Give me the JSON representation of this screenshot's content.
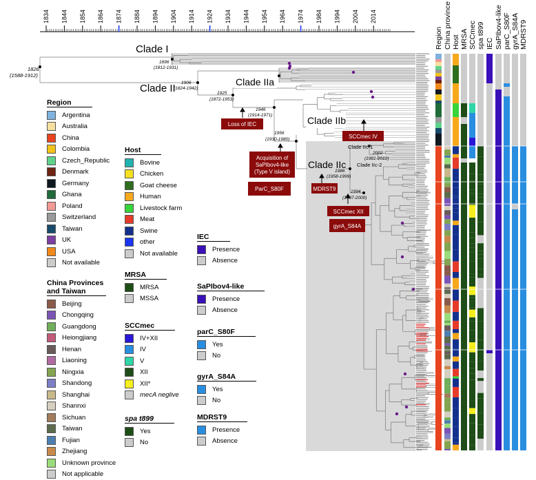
{
  "axis": {
    "years": [
      "1834",
      "1844",
      "1854",
      "1864",
      "1874",
      "1884",
      "1894",
      "1904",
      "1914",
      "1924",
      "1934",
      "1944",
      "1954",
      "1964",
      "1974",
      "1984",
      "1994",
      "2004",
      "2014"
    ],
    "highlighted": [
      "1874",
      "1924",
      "1974"
    ]
  },
  "clades": {
    "clade_I": "Clade I",
    "clade_II": "Clade II",
    "clade_IIa": "Clade IIa",
    "clade_IIb": "Clade IIb",
    "clade_IIc": "Clade IIc",
    "clade_IIc1": "Clade IIc-1",
    "clade_IIc2": "Clade IIc-2"
  },
  "node_dates": {
    "root": {
      "year": "1826",
      "range": "(1588-1912)"
    },
    "n1896": {
      "year": "1896",
      "range": "(1812-1931)"
    },
    "n1906": {
      "year": "1906",
      "range": "(1824-1942)"
    },
    "n1925": {
      "year": "1925",
      "range": "(1872-1953)"
    },
    "n1946": {
      "year": "1946",
      "range": "(1914-1971)"
    },
    "n1956": {
      "year": "1956",
      "range": "(1930-1980)"
    },
    "n1986": {
      "year": "1986",
      "range": "(1958-1999)"
    },
    "n1994": {
      "year": "1994",
      "range": "(1987-2000)"
    },
    "n2002": {
      "year": "2002",
      "range": "(1981-2012)"
    }
  },
  "events": {
    "loss_iec": "Loss of IEC",
    "scc_iv": "SCCmec IV",
    "acq_line1": "Acquisition of",
    "acq_line2": "SaPIbov4-like",
    "acq_line3": "(Type V island)",
    "parc": "ParC_S80F",
    "mdr": "MDRST9",
    "scc_xii": "SCCmec XII",
    "gyra": "gyrA_S84A"
  },
  "columns": [
    "Region",
    "China province",
    "Host",
    "MRSA",
    "SCCmec",
    "spa t899",
    "IEC",
    "SaPIbov4-like",
    "parC_S80F",
    "gyrA_S84A",
    "MDRST9"
  ],
  "legend": {
    "region": {
      "title": "Region",
      "items": [
        {
          "label": "Argentina",
          "color": "#7fb2de"
        },
        {
          "label": "Australia",
          "color": "#f6e0a0"
        },
        {
          "label": "China",
          "color": "#e8441f"
        },
        {
          "label": "Colombia",
          "color": "#f2c21a"
        },
        {
          "label": "Czech_Republic",
          "color": "#5fd38b"
        },
        {
          "label": "Denmark",
          "color": "#6e2412"
        },
        {
          "label": "Germany",
          "color": "#101820"
        },
        {
          "label": "Ghana",
          "color": "#1f6b3a"
        },
        {
          "label": "Poland",
          "color": "#f39a94"
        },
        {
          "label": "Switzerland",
          "color": "#9a9a9a"
        },
        {
          "label": "Taiwan",
          "color": "#174a6b"
        },
        {
          "label": "UK",
          "color": "#7a3fa0"
        },
        {
          "label": "USA",
          "color": "#f08a1c"
        },
        {
          "label": "Not available",
          "color": "#cccccc"
        }
      ]
    },
    "province": {
      "title_line1": "China Provinces",
      "title_line2": "and Taiwan",
      "items": [
        {
          "label": "Beijing",
          "color": "#8a5a4a"
        },
        {
          "label": "Chongqing",
          "color": "#7b55b5"
        },
        {
          "label": "Guangdong",
          "color": "#6fae5a"
        },
        {
          "label": "Heiongjiang",
          "color": "#c25b7a"
        },
        {
          "label": "Henan",
          "color": "#6a5a5a"
        },
        {
          "label": "Liaoning",
          "color": "#b26aa3"
        },
        {
          "label": "Ningxia",
          "color": "#84a450"
        },
        {
          "label": "Shandong",
          "color": "#7d7fc4"
        },
        {
          "label": "Shanghai",
          "color": "#c9b88a"
        },
        {
          "label": "Shannxi",
          "color": "#d6cfbf"
        },
        {
          "label": "Sichuan",
          "color": "#a27c5c"
        },
        {
          "label": "Taiwan",
          "color": "#5c6b4d"
        },
        {
          "label": "Fujian",
          "color": "#4f7fb0"
        },
        {
          "label": "Zhejiang",
          "color": "#c88a4c"
        },
        {
          "label": "Unknown province",
          "color": "#9bdc7a"
        },
        {
          "label": "Not applicable",
          "color": "#cccccc"
        }
      ]
    },
    "host": {
      "title": "Host",
      "items": [
        {
          "label": "Bovine",
          "color": "#1fb3b0"
        },
        {
          "label": "Chicken",
          "color": "#f5e11e"
        },
        {
          "label": "Goat cheese",
          "color": "#2f6e1e"
        },
        {
          "label": "Human",
          "color": "#f7a81b"
        },
        {
          "label": "Livestock farm",
          "color": "#39d43a"
        },
        {
          "label": "Meat",
          "color": "#e63b2a"
        },
        {
          "label": "Swine",
          "color": "#13308c"
        },
        {
          "label": "other",
          "color": "#1a35f0"
        },
        {
          "label": "Not available",
          "color": "#cccccc"
        }
      ]
    },
    "mrsa": {
      "title": "MRSA",
      "items": [
        {
          "label": "MRSA",
          "color": "#1e4d17"
        },
        {
          "label": "MSSA",
          "color": "#cccccc"
        }
      ]
    },
    "sccmec": {
      "title": "SCCmec",
      "items": [
        {
          "label": "IV+XII",
          "color": "#2a16d8"
        },
        {
          "label": "IV",
          "color": "#2a8ee0"
        },
        {
          "label": "V",
          "color": "#2ed6a8"
        },
        {
          "label": "XII",
          "color": "#1e4d17"
        },
        {
          "label": "XII*",
          "color": "#f5ee1e"
        },
        {
          "label": "mecA neglive",
          "color": "#cccccc"
        }
      ]
    },
    "spa": {
      "title": "spa t899",
      "items": [
        {
          "label": "Yes",
          "color": "#1e4d17"
        },
        {
          "label": "No",
          "color": "#cccccc"
        }
      ]
    },
    "iec": {
      "title": "IEC",
      "items": [
        {
          "label": "Presence",
          "color": "#3a10b8"
        },
        {
          "label": "Absence",
          "color": "#cccccc"
        }
      ]
    },
    "sapibov": {
      "title": "SaPIbov4-like",
      "items": [
        {
          "label": "Presence",
          "color": "#3a10b8"
        },
        {
          "label": "Absence",
          "color": "#cccccc"
        }
      ]
    },
    "parc": {
      "title": "parC_S80F",
      "items": [
        {
          "label": "Yes",
          "color": "#2a8ee0"
        },
        {
          "label": "No",
          "color": "#cccccc"
        }
      ]
    },
    "gyra": {
      "title": "gyrA_S84A",
      "items": [
        {
          "label": "Yes",
          "color": "#2a8ee0"
        },
        {
          "label": "No",
          "color": "#cccccc"
        }
      ]
    },
    "mdr": {
      "title": "MDRST9",
      "items": [
        {
          "label": "Presence",
          "color": "#2a8ee0"
        },
        {
          "label": "Absence",
          "color": "#cccccc"
        }
      ]
    }
  }
}
